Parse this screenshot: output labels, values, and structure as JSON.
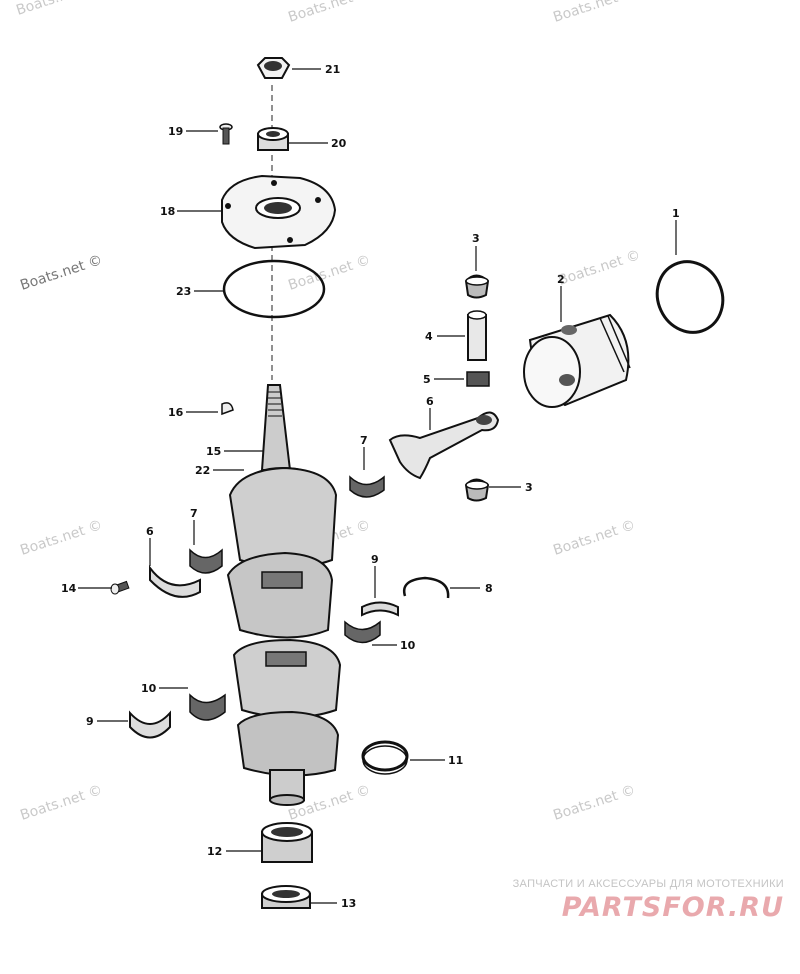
{
  "watermarks": [
    "Boats.net ©",
    "Boats.net ©",
    "Boats.net ©",
    "Boats.net ©",
    "Boats.net ©",
    "Boats.net ©",
    "Boats.net ©",
    "Boats.net ©",
    "Boats.net ©",
    "Boats.net ©",
    "Boats.net ©",
    "Boats.net ©"
  ],
  "callouts": {
    "c1": "1",
    "c2": "2",
    "c3a": "3",
    "c3b": "3",
    "c4": "4",
    "c5": "5",
    "c6a": "6",
    "c6b": "6",
    "c7a": "7",
    "c7b": "7",
    "c8": "8",
    "c9a": "9",
    "c9b": "9",
    "c10a": "10",
    "c10b": "10",
    "c11": "11",
    "c12": "12",
    "c13": "13",
    "c14": "14",
    "c15": "15",
    "c16": "16",
    "c18": "18",
    "c19": "19",
    "c20": "20",
    "c21": "21",
    "c22": "22",
    "c23": "23"
  },
  "brand": {
    "tagline": "ЗАПЧАСТИ И АКСЕССУАРЫ ДЛЯ МОТОТЕХНИКИ",
    "logo": "PARTSFOR.RU"
  },
  "colors": {
    "ink": "#1a1a1a",
    "watermark": "#c9c9c9",
    "brand": "#e9a9ad"
  }
}
